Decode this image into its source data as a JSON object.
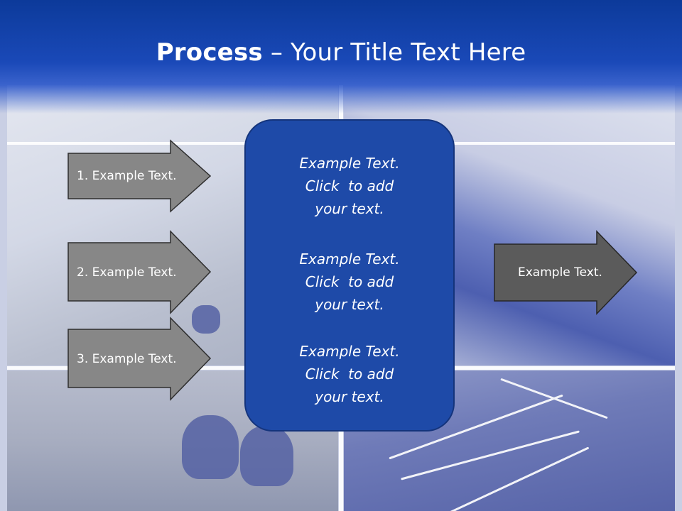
{
  "slide": {
    "title_bold": "Process",
    "title_rest": " – Your Title Text Here"
  },
  "left_arrows": [
    {
      "label": "1. Example Text."
    },
    {
      "label": "2. Example Text."
    },
    {
      "label": "3. Example Text."
    }
  ],
  "center_panel": {
    "blocks": [
      {
        "line1": "Example Text.",
        "line2": "Click  to add",
        "line3": "your text."
      },
      {
        "line1": "Example Text.",
        "line2": "Click  to add",
        "line3": "your text."
      },
      {
        "line1": "Example Text.",
        "line2": "Click  to add",
        "line3": "your text."
      }
    ]
  },
  "right_arrow": {
    "label": "Example Text."
  },
  "colors": {
    "header": "#1a49b8",
    "panel_fill": "#1e4aa8",
    "left_arrow_fill": "#878787",
    "right_arrow_fill": "#5b5b5b"
  }
}
